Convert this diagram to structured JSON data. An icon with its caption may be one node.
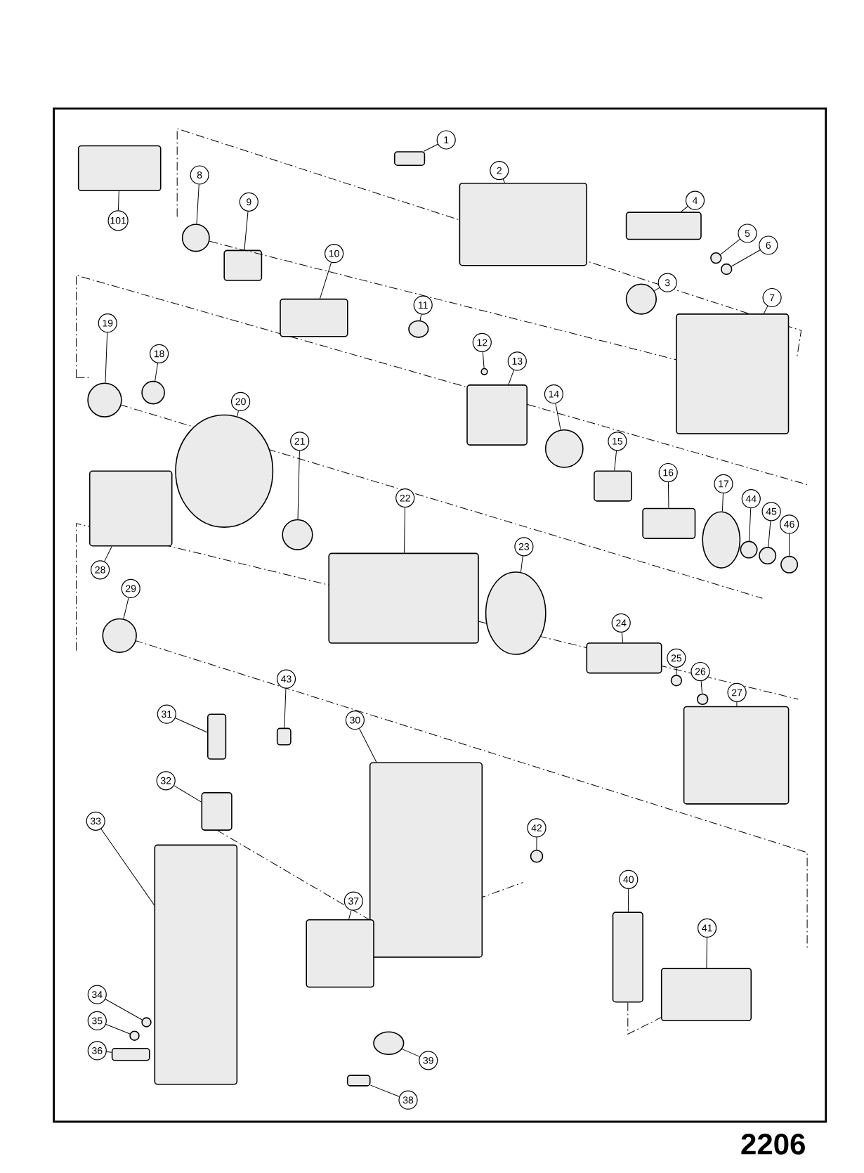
{
  "diagram": {
    "nodes": [
      {
        "text": [
          "1"
        ]
      },
      {
        "text": [
          "2"
        ]
      },
      {
        "text": [
          "3"
        ]
      },
      {
        "text": [
          "4"
        ]
      },
      {
        "text": [
          "5"
        ]
      },
      {
        "text": [
          "6"
        ]
      },
      {
        "text": [
          "7"
        ]
      },
      {
        "text": [
          "8"
        ]
      },
      {
        "text": [
          "9"
        ]
      },
      {
        "text": [
          "10"
        ]
      },
      {
        "text": [
          "11"
        ]
      },
      {
        "text": [
          "12"
        ]
      },
      {
        "text": [
          "13"
        ]
      },
      {
        "text": [
          "14"
        ]
      },
      {
        "text": [
          "15"
        ]
      },
      {
        "text": [
          "16"
        ]
      },
      {
        "text": [
          "17"
        ]
      },
      {
        "text": [
          "18"
        ]
      },
      {
        "text": [
          "19"
        ]
      },
      {
        "text": [
          "20"
        ]
      },
      {
        "text": [
          "21"
        ]
      },
      {
        "text": [
          "22"
        ]
      },
      {
        "text": [
          "23"
        ]
      },
      {
        "text": [
          "24"
        ]
      },
      {
        "text": [
          "25"
        ]
      },
      {
        "text": [
          "26"
        ]
      },
      {
        "text": [
          "27"
        ]
      },
      {
        "text": [
          "28"
        ]
      },
      {
        "text": [
          "29"
        ]
      },
      {
        "text": [
          "30"
        ]
      },
      {
        "text": [
          "31"
        ]
      },
      {
        "text": [
          "32"
        ]
      },
      {
        "text": [
          "33"
        ]
      },
      {
        "text": [
          "34"
        ]
      },
      {
        "text": [
          "35"
        ]
      },
      {
        "text": [
          "36"
        ]
      },
      {
        "text": [
          "37"
        ]
      },
      {
        "text": [
          "38"
        ]
      },
      {
        "text": [
          "39"
        ]
      },
      {
        "text": [
          "40"
        ]
      },
      {
        "text": [
          "41"
        ]
      },
      {
        "text": [
          "42"
        ]
      },
      {
        "text": [
          "43"
        ]
      },
      {
        "text": [
          "44"
        ]
      },
      {
        "text": [
          "45"
        ]
      },
      {
        "text": [
          "46"
        ]
      },
      {
        "text": [
          "101"
        ]
      },
      {
        "text": [],
        "shape": "box"
      },
      {
        "text": [],
        "shape": "box"
      },
      {
        "text": [],
        "shape": "circle"
      },
      {
        "text": [],
        "shape": "box"
      },
      {
        "text": [],
        "shape": "circle"
      },
      {
        "text": [],
        "shape": "circle"
      },
      {
        "text": [],
        "shape": "box"
      },
      {
        "text": [],
        "shape": "circle"
      },
      {
        "text": [],
        "shape": "box"
      },
      {
        "text": [],
        "shape": "box"
      },
      {
        "text": [],
        "shape": "circle"
      },
      {
        "text": [],
        "shape": "circle"
      },
      {
        "text": [],
        "shape": "box"
      },
      {
        "text": [],
        "shape": "circle"
      },
      {
        "text": [],
        "shape": "box"
      },
      {
        "text": [],
        "shape": "box"
      },
      {
        "text": [],
        "shape": "circle"
      },
      {
        "text": [],
        "shape": "circle"
      },
      {
        "text": [],
        "shape": "circle"
      },
      {
        "text": [],
        "shape": "circle"
      },
      {
        "text": [],
        "shape": "circle"
      },
      {
        "text": [],
        "shape": "box"
      },
      {
        "text": [],
        "shape": "circle"
      },
      {
        "text": [],
        "shape": "box"
      },
      {
        "text": [],
        "shape": "circle"
      },
      {
        "text": [],
        "shape": "circle"
      },
      {
        "text": [],
        "shape": "box"
      },
      {
        "text": [],
        "shape": "box"
      },
      {
        "text": [],
        "shape": "circle"
      },
      {
        "text": [],
        "shape": "box"
      },
      {
        "text": [],
        "shape": "box"
      },
      {
        "text": [],
        "shape": "box"
      },
      {
        "text": [],
        "shape": "box"
      },
      {
        "text": [],
        "shape": "circle"
      },
      {
        "text": [],
        "shape": "circle"
      },
      {
        "text": [],
        "shape": "box"
      },
      {
        "text": [],
        "shape": "box"
      },
      {
        "text": [],
        "shape": "box"
      },
      {
        "text": [],
        "shape": "circle"
      },
      {
        "text": [],
        "shape": "box"
      },
      {
        "text": [],
        "shape": "box"
      },
      {
        "text": [],
        "shape": "circle"
      },
      {
        "text": [],
        "shape": "box"
      },
      {
        "text": [],
        "shape": "circle"
      },
      {
        "text": [],
        "shape": "circle"
      },
      {
        "text": [],
        "shape": "circle"
      },
      {
        "text": [],
        "shape": "box"
      }
    ],
    "edges": [
      {
        "from": 0,
        "to": 47,
        "arrow": "none"
      },
      {
        "from": 1,
        "to": 48,
        "arrow": "none"
      },
      {
        "from": 2,
        "to": 49,
        "arrow": "none"
      },
      {
        "from": 3,
        "to": 50,
        "arrow": "none"
      },
      {
        "from": 4,
        "to": 51,
        "arrow": "none"
      },
      {
        "from": 5,
        "to": 52,
        "arrow": "none"
      },
      {
        "from": 6,
        "to": 53,
        "arrow": "none"
      },
      {
        "from": 7,
        "to": 54,
        "arrow": "none"
      },
      {
        "from": 8,
        "to": 55,
        "arrow": "none"
      },
      {
        "from": 9,
        "to": 56,
        "arrow": "none"
      },
      {
        "from": 10,
        "to": 57,
        "arrow": "none"
      },
      {
        "from": 11,
        "to": 58,
        "arrow": "none"
      },
      {
        "from": 12,
        "to": 59,
        "arrow": "none"
      },
      {
        "from": 13,
        "to": 60,
        "arrow": "none"
      },
      {
        "from": 14,
        "to": 61,
        "arrow": "none"
      },
      {
        "from": 15,
        "to": 62,
        "arrow": "none"
      },
      {
        "from": 16,
        "to": 63,
        "arrow": "none"
      },
      {
        "from": 17,
        "to": 64,
        "arrow": "none"
      },
      {
        "from": 18,
        "to": 65,
        "arrow": "none"
      },
      {
        "from": 19,
        "to": 66,
        "arrow": "none"
      },
      {
        "from": 20,
        "to": 67,
        "arrow": "none"
      },
      {
        "from": 21,
        "to": 68,
        "arrow": "none"
      },
      {
        "from": 22,
        "to": 69,
        "arrow": "none"
      },
      {
        "from": 23,
        "to": 70,
        "arrow": "none"
      },
      {
        "from": 24,
        "to": 71,
        "arrow": "none"
      },
      {
        "from": 25,
        "to": 72,
        "arrow": "none"
      },
      {
        "from": 26,
        "to": 73,
        "arrow": "none"
      },
      {
        "from": 27,
        "to": 74,
        "arrow": "none"
      },
      {
        "from": 28,
        "to": 75,
        "arrow": "none"
      },
      {
        "from": 29,
        "to": 76,
        "arrow": "none"
      },
      {
        "from": 30,
        "to": 77,
        "arrow": "none"
      },
      {
        "from": 31,
        "to": 78,
        "arrow": "none"
      },
      {
        "from": 32,
        "to": 79,
        "arrow": "none"
      },
      {
        "from": 33,
        "to": 80,
        "arrow": "none"
      },
      {
        "from": 34,
        "to": 81,
        "arrow": "none"
      },
      {
        "from": 35,
        "to": 82,
        "arrow": "none"
      },
      {
        "from": 36,
        "to": 83,
        "arrow": "none"
      },
      {
        "from": 37,
        "to": 84,
        "arrow": "none"
      },
      {
        "from": 38,
        "to": 85,
        "arrow": "none"
      },
      {
        "from": 39,
        "to": 86,
        "arrow": "none"
      },
      {
        "from": 40,
        "to": 87,
        "arrow": "none"
      },
      {
        "from": 41,
        "to": 88,
        "arrow": "none"
      },
      {
        "from": 42,
        "to": 89,
        "arrow": "none"
      },
      {
        "from": 43,
        "to": 90,
        "arrow": "none"
      },
      {
        "from": 44,
        "to": 91,
        "arrow": "none"
      },
      {
        "from": 45,
        "to": 92,
        "arrow": "none"
      },
      {
        "from": 46,
        "to": 93,
        "arrow": "none"
      },
      {
        "from": 54,
        "to": 53,
        "arrow": "none",
        "style": "dashed"
      },
      {
        "from": 86,
        "to": 87,
        "arrow": "none",
        "style": "dashed"
      }
    ],
    "labels": [
      "2206"
    ]
  }
}
